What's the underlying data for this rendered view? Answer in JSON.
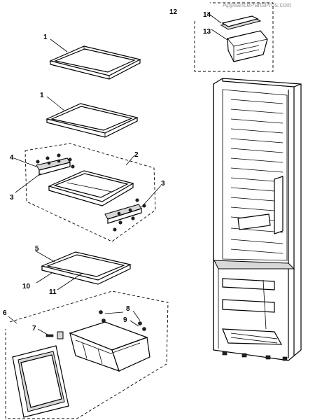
{
  "watermark": "AppliancePartsPros.com",
  "labels": {
    "l1a": "1",
    "l1b": "1",
    "l2": "2",
    "l3a": "3",
    "l3b": "3",
    "l4": "4",
    "l5": "5",
    "l6": "6",
    "l7": "7",
    "l8": "8",
    "l9": "9",
    "l10": "10",
    "l11": "11",
    "l12": "12",
    "l13": "13",
    "l14": "14"
  }
}
